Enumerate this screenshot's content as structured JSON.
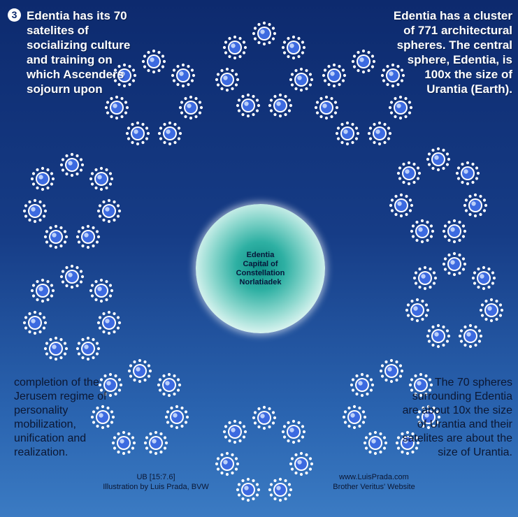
{
  "step_number": "3",
  "top_left_text": "Edentia has its 70 satelites of socializing culture and training on which Ascenders sojourn upon",
  "top_right_text": "Edentia has a cluster of 771 architectural spheres. The central sphere, Edentia, is 100x the size of Urantia (Earth).",
  "bottom_left_text": "completion of the Jerusem regime of personality mobilization, unification and realization.",
  "bottom_right_text": "The 70 spheres surrounding Edentia are about 10x the size of Urantia and their satelites are about the size of Urantia.",
  "center": {
    "line1": "Edentia",
    "line2": "Capital of",
    "line3": "Constellation",
    "line4": "Norlatiadek"
  },
  "credit_left": {
    "line1": "UB [15:7.6]",
    "line2": "Illustration by Luis Prada, BVW"
  },
  "credit_right": {
    "line1": "www.LuisPrada.com",
    "line2": "Brother Veritus' Website"
  },
  "colors": {
    "sphere_core": "#3c6ae0",
    "sphere_glow": "#ffffff",
    "center_sphere": "#2eb0a3"
  }
}
